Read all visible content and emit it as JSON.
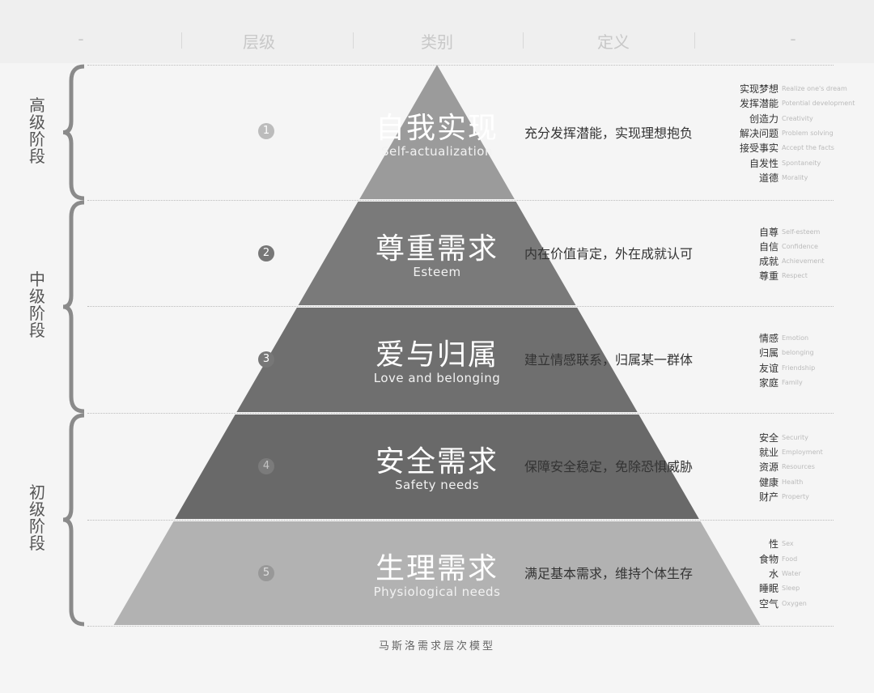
{
  "header": [
    "-",
    "层级",
    "类别",
    "定义",
    "-"
  ],
  "stages": [
    "高级阶段",
    "中级阶段",
    "初级阶段"
  ],
  "tiers": [
    {
      "num": "1",
      "cn": "自我实现",
      "en": "Self-actualization",
      "def": "充分发挥潜能，实现理想抱负",
      "color": "#9b9b9b",
      "keywords": [
        [
          "实现梦想",
          "Realize one's dream"
        ],
        [
          "发挥潜能",
          "Potential development"
        ],
        [
          "创造力",
          "Creativity"
        ],
        [
          "解决问题",
          "Problem solving"
        ],
        [
          "接受事实",
          "Accept the facts"
        ],
        [
          "自发性",
          "Spontaneity"
        ],
        [
          "道德",
          "Morality"
        ]
      ]
    },
    {
      "num": "2",
      "cn": "尊重需求",
      "en": "Esteem",
      "def": "内在价值肯定，外在成就认可",
      "color": "#7a7a7a",
      "keywords": [
        [
          "自尊",
          "Self-esteem"
        ],
        [
          "自信",
          "Confidence"
        ],
        [
          "成就",
          "Achievement"
        ],
        [
          "尊重",
          "Respect"
        ]
      ]
    },
    {
      "num": "3",
      "cn": "爱与归属",
      "en": "Love and belonging",
      "def": "建立情感联系，归属某一群体",
      "color": "#6f6f6f",
      "keywords": [
        [
          "情感",
          "Emotion"
        ],
        [
          "归属",
          "belonging"
        ],
        [
          "友谊",
          "Friendship"
        ],
        [
          "家庭",
          "Family"
        ]
      ]
    },
    {
      "num": "4",
      "cn": "安全需求",
      "en": "Safety needs",
      "def": "保障安全稳定，免除恐惧威胁",
      "color": "#696969",
      "keywords": [
        [
          "安全",
          "Security"
        ],
        [
          "就业",
          "Employment"
        ],
        [
          "资源",
          "Resources"
        ],
        [
          "健康",
          "Health"
        ],
        [
          "财产",
          "Property"
        ]
      ]
    },
    {
      "num": "5",
      "cn": "生理需求",
      "en": "Physiological needs",
      "def": "满足基本需求，维持个体生存",
      "color": "#b2b2b2",
      "keywords": [
        [
          "性",
          "Sex"
        ],
        [
          "食物",
          "Food"
        ],
        [
          "水",
          "Water"
        ],
        [
          "睡眠",
          "Sleep"
        ],
        [
          "空气",
          "Oxygen"
        ]
      ]
    }
  ],
  "caption": "马斯洛需求层次模型"
}
